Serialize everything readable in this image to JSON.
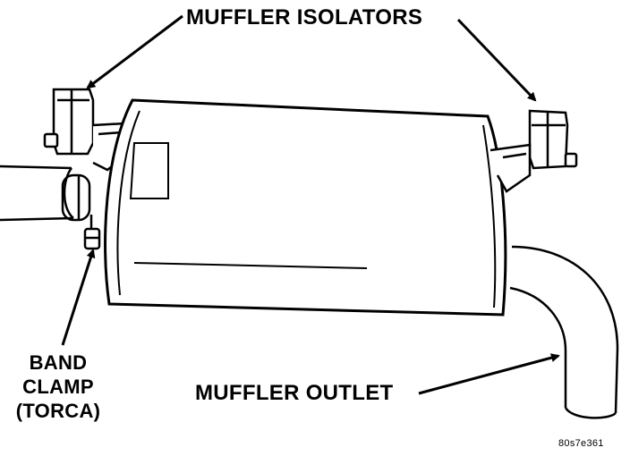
{
  "labels": {
    "muffler_isolators": "MUFFLER ISOLATORS",
    "muffler_outlet": "MUFFLER OUTLET",
    "band_clamp": [
      "BAND",
      "CLAMP",
      "(TORCA)"
    ],
    "figure_code": "80s7e361"
  },
  "colors": {
    "line": "#000000",
    "background": "#ffffff"
  }
}
